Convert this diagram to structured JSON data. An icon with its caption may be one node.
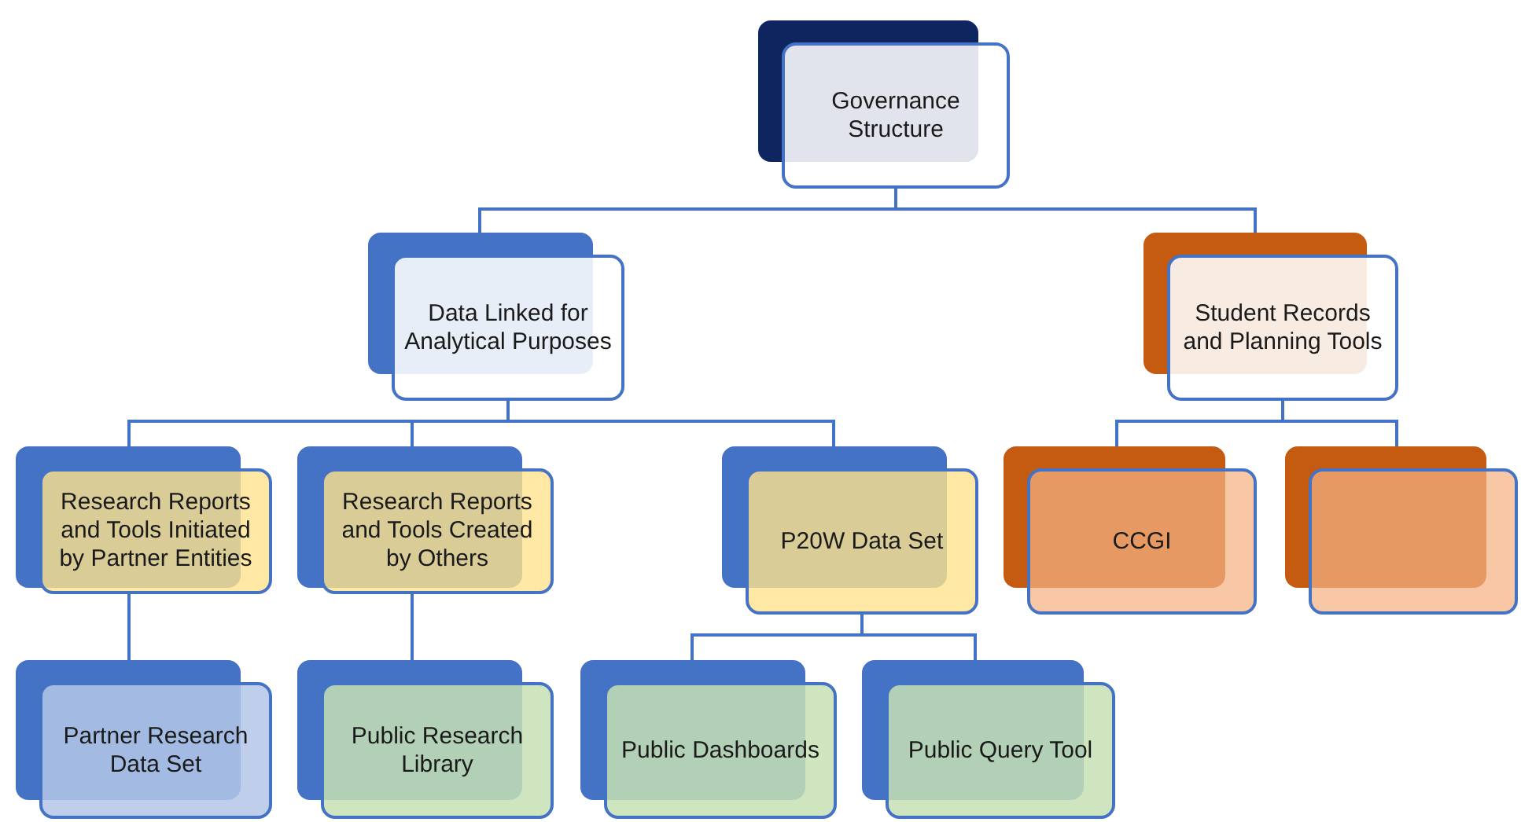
{
  "diagram": {
    "nodes": [
      {
        "text": [
          "Governance Structure"
        ]
      },
      {
        "text": [
          "Data Linked for Analytical Purposes"
        ]
      },
      {
        "text": [
          "Student Records and Planning Tools"
        ]
      },
      {
        "text": [
          "Research Reports and Tools Initiated by Partner Entities"
        ]
      },
      {
        "text": [
          "Research Reports and Tools Created by Others"
        ]
      },
      {
        "text": [
          "P20W Data Set"
        ]
      },
      {
        "text": [
          "CCGI"
        ]
      },
      {
        "text": [],
        "shape": "box"
      },
      {
        "text": [
          "Partner Research Data Set"
        ]
      },
      {
        "text": [
          "Public Research Library"
        ]
      },
      {
        "text": [
          "Public Dashboards"
        ]
      },
      {
        "text": [
          "Public Query Tool"
        ]
      }
    ],
    "edges": [
      {
        "from": 0,
        "to": 1,
        "arrow": "none"
      },
      {
        "from": 0,
        "to": 2,
        "arrow": "none"
      },
      {
        "from": 1,
        "to": 3,
        "arrow": "none"
      },
      {
        "from": 1,
        "to": 4,
        "arrow": "none"
      },
      {
        "from": 1,
        "to": 5,
        "arrow": "none"
      },
      {
        "from": 2,
        "to": 6,
        "arrow": "none"
      },
      {
        "from": 2,
        "to": 7,
        "arrow": "none"
      },
      {
        "from": 3,
        "to": 8,
        "arrow": "none"
      },
      {
        "from": 4,
        "to": 9,
        "arrow": "none"
      },
      {
        "from": 5,
        "to": 10,
        "arrow": "none"
      },
      {
        "from": 5,
        "to": 11,
        "arrow": "none"
      }
    ]
  }
}
